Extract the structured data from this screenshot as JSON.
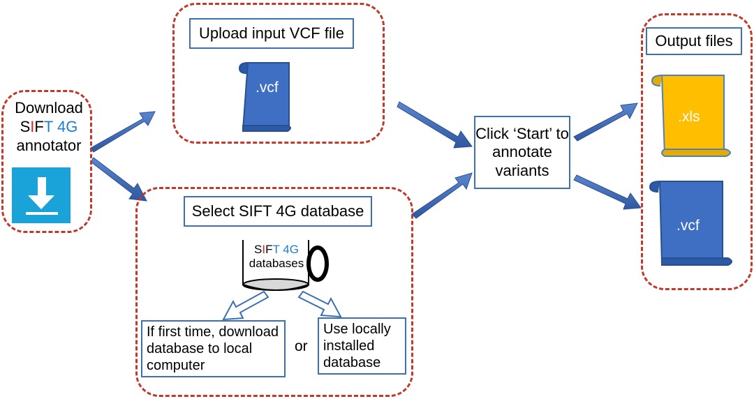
{
  "download": {
    "line1": "Download",
    "sift_s": "S",
    "sift_i": "I",
    "sift_f": "F",
    "sift_t4g": "T 4G",
    "line3": "annotator",
    "icon": "download-icon"
  },
  "upload": {
    "label": "Upload input VCF file",
    "file_label": ".vcf"
  },
  "database": {
    "label": "Select  SIFT 4G database",
    "cup_s": "S",
    "cup_i": "I",
    "cup_f": "F",
    "cup_t4g": "T 4G",
    "cup_line2": "databases",
    "option_first": "If first time, download database to  local computer",
    "or_text": "or",
    "option_local": "Use  locally installed database"
  },
  "start": {
    "label": "Click ‘Start’ to annotate variants"
  },
  "output": {
    "label": "Output files",
    "file1": ".xls",
    "file2": ".vcf"
  },
  "colors": {
    "dash": "#c0392b",
    "box_border": "#3b6fb6",
    "arrow": "#3a63a8",
    "vcf": "#3f6fc2",
    "xls": "#ffbf00",
    "sift_red": "#d9251c",
    "sift_blue": "#1a7fd4",
    "download_bg": "#1aa3d9"
  }
}
